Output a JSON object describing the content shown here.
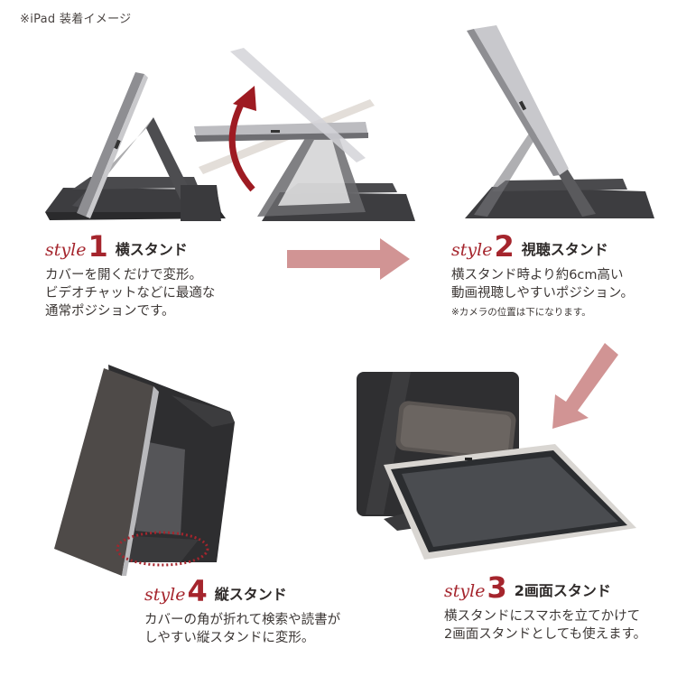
{
  "header": {
    "note": "※iPad 装着イメージ"
  },
  "colors": {
    "accent": "#a5252d",
    "arrow": "#d19494",
    "text": "#3c3735",
    "cover": "#3b3b3d",
    "ipad_silver": "#d9d9db"
  },
  "styles": [
    {
      "word": "style",
      "number": "1",
      "title": "横スタンド",
      "description": [
        "カバーを開くだけで変形。",
        "ビデオチャットなどに最適な",
        "通常ポジションです。"
      ],
      "note": ""
    },
    {
      "word": "style",
      "number": "2",
      "title": "視聴スタンド",
      "description": [
        "横スタンド時より約6cm高い",
        "動画視聴しやすいポジション。"
      ],
      "note": "※カメラの位置は下になります。"
    },
    {
      "word": "style",
      "number": "3",
      "title": "2画面スタンド",
      "description": [
        "横スタンドにスマホを立てかけて",
        "2画面スタンドとしても使えます。"
      ],
      "note": ""
    },
    {
      "word": "style",
      "number": "4",
      "title": "縦スタンド",
      "description": [
        "カバーの角が折れて検索や読書が",
        "しやすい縦スタンドに変形。"
      ],
      "note": ""
    }
  ],
  "images": {
    "style1": "iPad-side-view-landscape-stand",
    "transition": "iPad-rotating-to-viewing-stand",
    "style2": "iPad-side-view-raised-viewing-stand",
    "style3": "iPad-and-smartphone-dual-screen-stand",
    "style4": "iPad-portrait-stand-with-folded-corner"
  },
  "arrows": {
    "right": "arrow-right",
    "down_left": "arrow-down-left",
    "rotate": "curved-rotate-arrow"
  }
}
